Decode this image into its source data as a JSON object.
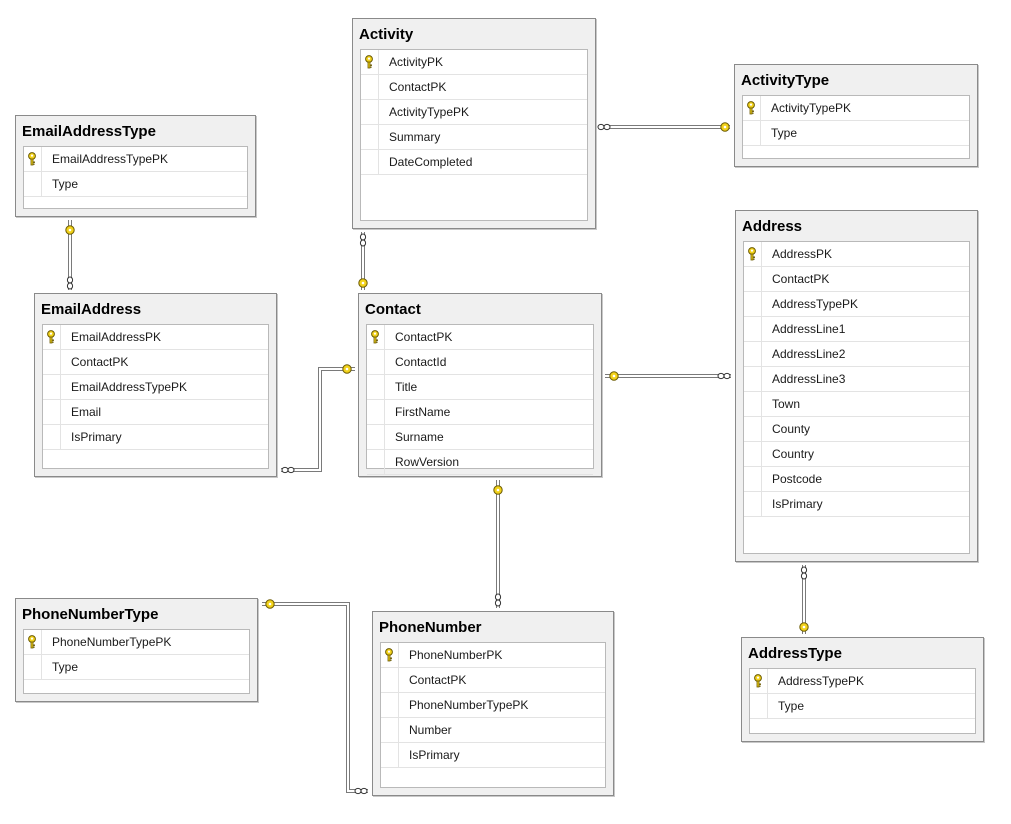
{
  "diagram": {
    "tables": [
      {
        "id": "activity",
        "title": "Activity",
        "columns": [
          {
            "name": "ActivityPK",
            "pk": true
          },
          {
            "name": "ContactPK"
          },
          {
            "name": "ActivityTypePK"
          },
          {
            "name": "Summary"
          },
          {
            "name": "DateCompleted"
          }
        ]
      },
      {
        "id": "activitytype",
        "title": "ActivityType",
        "columns": [
          {
            "name": "ActivityTypePK",
            "pk": true
          },
          {
            "name": "Type"
          }
        ]
      },
      {
        "id": "emailaddresstype",
        "title": "EmailAddressType",
        "columns": [
          {
            "name": "EmailAddressTypePK",
            "pk": true
          },
          {
            "name": "Type"
          }
        ]
      },
      {
        "id": "emailaddress",
        "title": "EmailAddress",
        "columns": [
          {
            "name": "EmailAddressPK",
            "pk": true
          },
          {
            "name": "ContactPK"
          },
          {
            "name": "EmailAddressTypePK"
          },
          {
            "name": "Email"
          },
          {
            "name": "IsPrimary"
          }
        ]
      },
      {
        "id": "contact",
        "title": "Contact",
        "columns": [
          {
            "name": "ContactPK",
            "pk": true
          },
          {
            "name": "ContactId"
          },
          {
            "name": "Title"
          },
          {
            "name": "FirstName"
          },
          {
            "name": "Surname"
          },
          {
            "name": "RowVersion"
          }
        ]
      },
      {
        "id": "address",
        "title": "Address",
        "columns": [
          {
            "name": "AddressPK",
            "pk": true
          },
          {
            "name": "ContactPK"
          },
          {
            "name": "AddressTypePK"
          },
          {
            "name": "AddressLine1"
          },
          {
            "name": "AddressLine2"
          },
          {
            "name": "AddressLine3"
          },
          {
            "name": "Town"
          },
          {
            "name": "County"
          },
          {
            "name": "Country"
          },
          {
            "name": "Postcode"
          },
          {
            "name": "IsPrimary"
          }
        ]
      },
      {
        "id": "phonenumbertype",
        "title": "PhoneNumberType",
        "columns": [
          {
            "name": "PhoneNumberTypePK",
            "pk": true
          },
          {
            "name": "Type"
          }
        ]
      },
      {
        "id": "phonenumber",
        "title": "PhoneNumber",
        "columns": [
          {
            "name": "PhoneNumberPK",
            "pk": true
          },
          {
            "name": "ContactPK"
          },
          {
            "name": "PhoneNumberTypePK"
          },
          {
            "name": "Number"
          },
          {
            "name": "IsPrimary"
          }
        ]
      },
      {
        "id": "addresstype",
        "title": "AddressType",
        "columns": [
          {
            "name": "AddressTypePK",
            "pk": true
          },
          {
            "name": "Type"
          }
        ]
      }
    ],
    "relationships": [
      {
        "id": "activity-activitytype",
        "one": "activitytype",
        "many": "activity"
      },
      {
        "id": "activity-contact",
        "one": "contact",
        "many": "activity"
      },
      {
        "id": "emailaddress-emailaddresstype",
        "one": "emailaddresstype",
        "many": "emailaddress"
      },
      {
        "id": "emailaddress-contact",
        "one": "contact",
        "many": "emailaddress"
      },
      {
        "id": "address-contact",
        "one": "contact",
        "many": "address"
      },
      {
        "id": "phonenumber-contact",
        "one": "contact",
        "many": "phonenumber"
      },
      {
        "id": "address-addresstype",
        "one": "addresstype",
        "many": "address"
      },
      {
        "id": "phonenumber-phonenumbertype",
        "one": "phonenumbertype",
        "many": "phonenumber"
      }
    ],
    "colors": {
      "key": "#f2d21b",
      "key_outline": "#6b5a00",
      "line": "#7a7a7a",
      "table_border": "#8a8a8a",
      "table_fill": "#f0f0f0"
    }
  }
}
